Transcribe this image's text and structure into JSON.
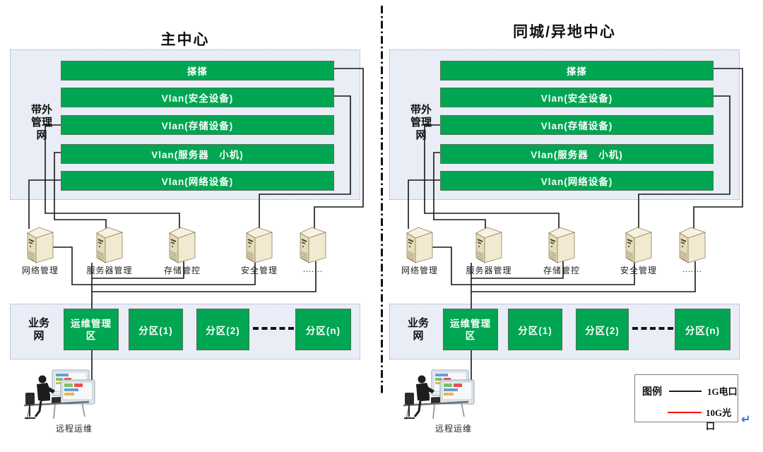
{
  "halves": [
    {
      "title": "主中心",
      "oob_network": {
        "label_lines": [
          "带外",
          "管理",
          "网"
        ],
        "vlans": [
          "搽搽",
          "Vlan(安全设备)",
          "Vlan(存储设备)",
          "Vlan(服务器　小机)",
          "Vlan(网络设备)"
        ]
      },
      "servers": [
        "网络管理",
        "服务器管理",
        "存储管控",
        "安全管理",
        "......."
      ],
      "biz_network": {
        "label_lines": [
          "业务",
          "网"
        ],
        "zones": [
          "运维管理区",
          "分区(1)",
          "分区(2)",
          "分区(n)"
        ]
      },
      "workstation_label": "远程运维"
    },
    {
      "title": "同城/异地中心",
      "oob_network": {
        "label_lines": [
          "带外",
          "管理",
          "网"
        ],
        "vlans": [
          "搽搽",
          "Vlan(安全设备)",
          "Vlan(存储设备)",
          "Vlan(服务器　小机)",
          "Vlan(网络设备)"
        ]
      },
      "servers": [
        "网络管理",
        "服务器管理",
        "存储管控",
        "安全管理",
        "......."
      ],
      "biz_network": {
        "label_lines": [
          "业务",
          "网"
        ],
        "zones": [
          "运维管理区",
          "分区(1)",
          "分区(2)",
          "分区(n)"
        ]
      },
      "workstation_label": "远程运维"
    }
  ],
  "legend": {
    "title": "图例",
    "items": [
      {
        "label": "1G电口",
        "color": "#1a1a1a"
      },
      {
        "label": "10G光口",
        "color": "#fe0000"
      }
    ]
  },
  "paragraph_mark": "↵",
  "colors": {
    "vlan_green": "#00a651",
    "panel_blue": "#e9edf6",
    "line_black": "#1a1a1a",
    "line_red": "#fe0000",
    "return_blue": "#3e7fc1"
  }
}
